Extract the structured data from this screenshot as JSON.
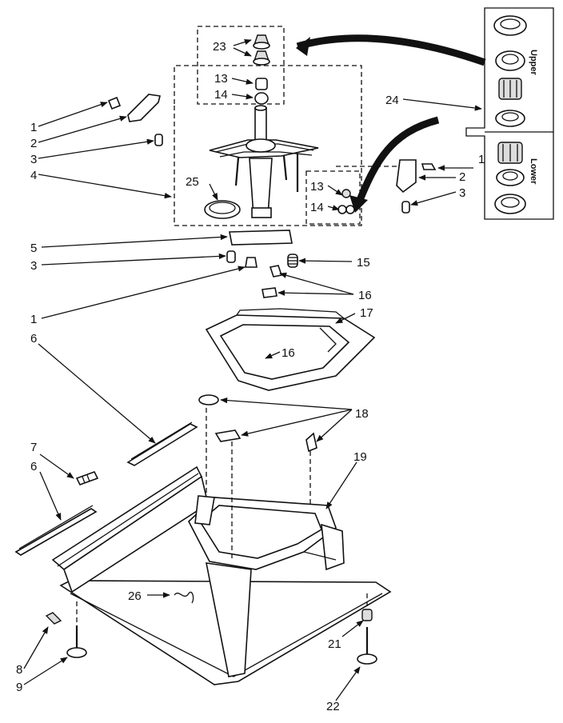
{
  "inset": {
    "upper_label": "Upper",
    "lower_label": "Lower"
  },
  "callouts": {
    "n1a": "1",
    "n2a": "2",
    "n3a": "3",
    "n4": "4",
    "n23": "23",
    "n13a": "13",
    "n14a": "14",
    "n25": "25",
    "n24": "24",
    "n1b": "1",
    "n2b": "2",
    "n3b": "3",
    "n13b": "13",
    "n14b": "14",
    "n5": "5",
    "n3c": "3",
    "n15": "15",
    "n1c": "1",
    "n16a": "16",
    "n17": "17",
    "n16b": "16",
    "n6a": "6",
    "n18": "18",
    "n7": "7",
    "n6b": "6",
    "n19": "19",
    "n26": "26",
    "n21": "21",
    "n8": "8",
    "n9": "9",
    "n22": "22"
  }
}
